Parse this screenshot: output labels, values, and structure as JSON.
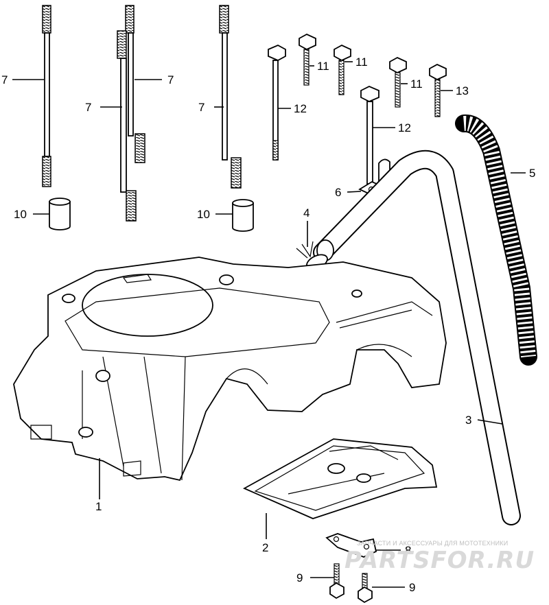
{
  "callouts": {
    "c1": "1",
    "c2": "2",
    "c3": "3",
    "c4": "4",
    "c5": "5",
    "c6": "6",
    "c7a": "7",
    "c7b": "7",
    "c7c": "7",
    "c7d": "7",
    "c8": "8",
    "c9a": "9",
    "c9b": "9",
    "c10a": "10",
    "c10b": "10",
    "c11a": "11",
    "c11b": "11",
    "c11c": "11",
    "c12a": "12",
    "c12b": "12",
    "c13": "13"
  },
  "watermark": {
    "tagline": "ЗАПЧАСТИ И АКСЕССУАРЫ ДЛЯ МОТОТЕХНИКИ",
    "brand": "PARTSFOR.RU"
  }
}
